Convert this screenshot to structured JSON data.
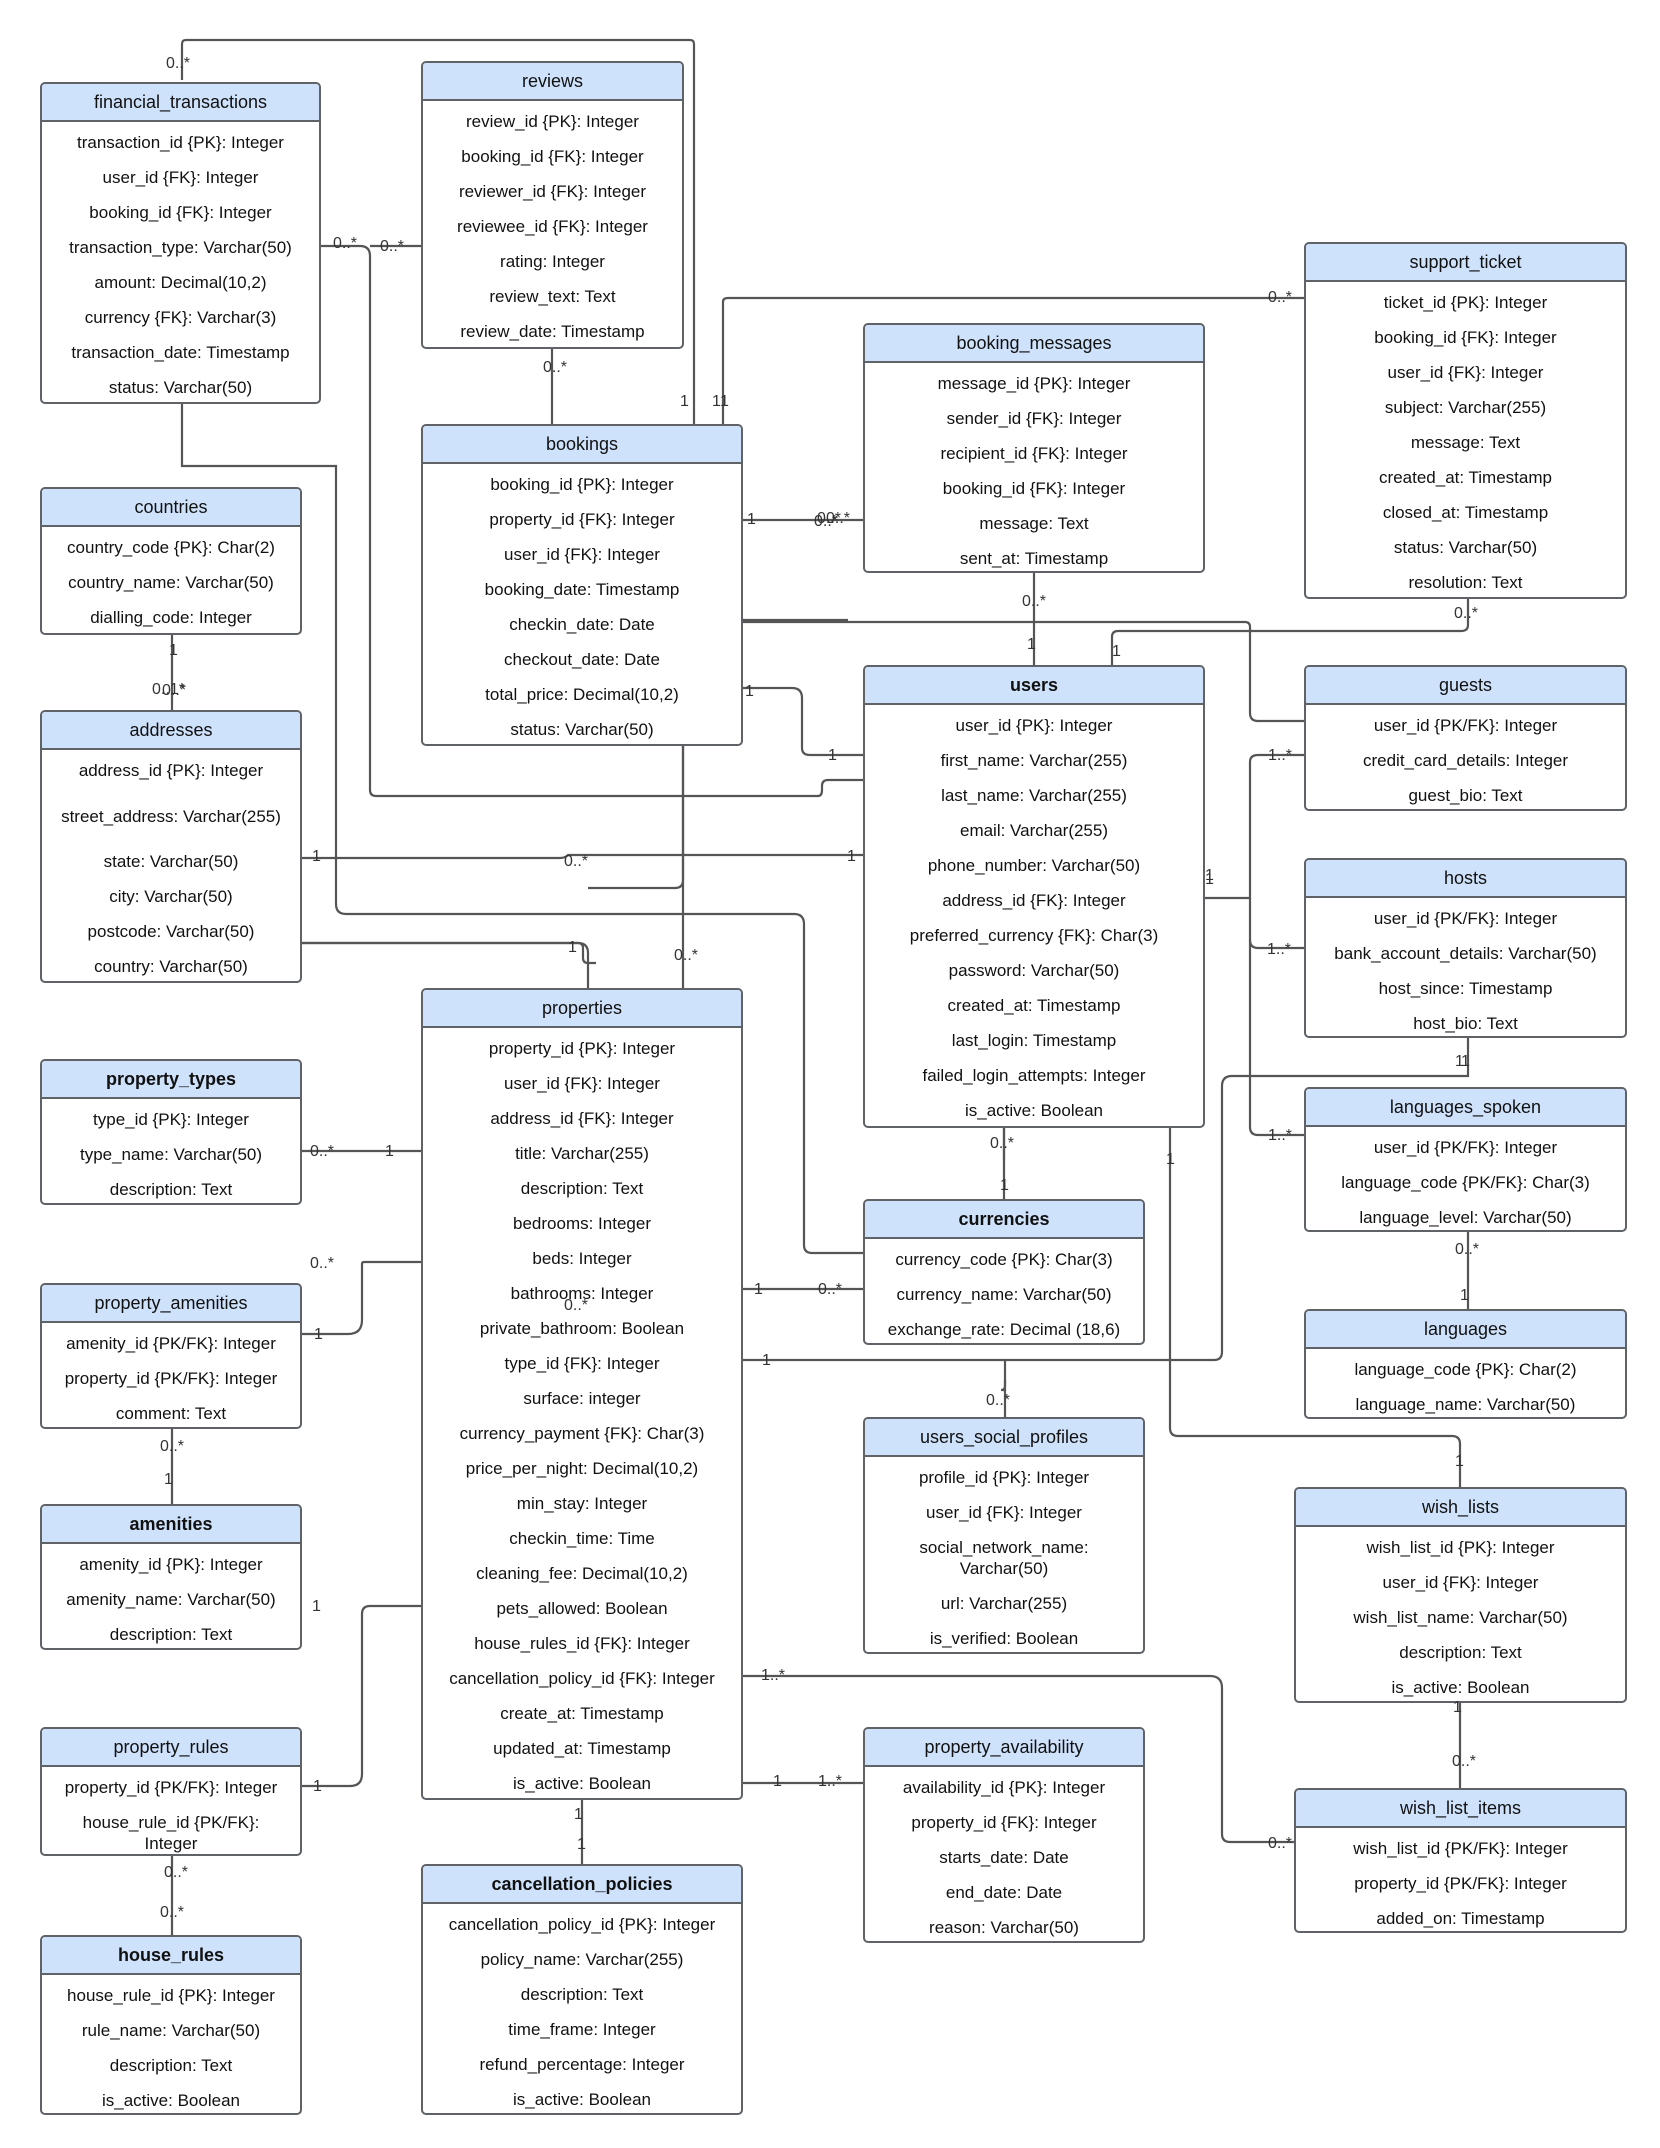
{
  "entities": {
    "financial_transactions": {
      "title": "financial_transactions",
      "attributes": [
        "transaction_id {PK}: Integer",
        "user_id {FK}: Integer",
        "booking_id {FK}: Integer",
        "transaction_type: Varchar(50)",
        "amount: Decimal(10,2)",
        "currency {FK}: Varchar(3)",
        "transaction_date: Timestamp",
        "status: Varchar(50)"
      ]
    },
    "reviews": {
      "title": "reviews",
      "attributes": [
        "review_id {PK}: Integer",
        "booking_id {FK}: Integer",
        "reviewer_id {FK}: Integer",
        "reviewee_id {FK}: Integer",
        "rating: Integer",
        "review_text: Text",
        "review_date: Timestamp"
      ]
    },
    "support_ticket": {
      "title": "support_ticket",
      "attributes": [
        "ticket_id {PK}: Integer",
        "booking_id {FK}: Integer",
        "user_id {FK}: Integer",
        "subject: Varchar(255)",
        "message: Text",
        "created_at: Timestamp",
        "closed_at: Timestamp",
        "status: Varchar(50)",
        "resolution: Text"
      ]
    },
    "booking_messages": {
      "title": "booking_messages",
      "attributes": [
        "message_id {PK}: Integer",
        "sender_id {FK}: Integer",
        "recipient_id {FK}: Integer",
        "booking_id {FK}: Integer",
        "message: Text",
        "sent_at: Timestamp"
      ]
    },
    "bookings": {
      "title": "bookings",
      "attributes": [
        "booking_id {PK}: Integer",
        "property_id {FK}: Integer",
        "user_id {FK}: Integer",
        "booking_date: Timestamp",
        "checkin_date: Date",
        "checkout_date: Date",
        "total_price: Decimal(10,2)",
        "status: Varchar(50)"
      ]
    },
    "countries": {
      "title": "countries",
      "attributes": [
        "country_code {PK}: Char(2)",
        "country_name: Varchar(50)",
        "dialling_code: Integer"
      ]
    },
    "addresses": {
      "title": "addresses",
      "attributes": [
        "address_id {PK}: Integer",
        "street_address: Varchar(255)",
        "state: Varchar(50)",
        "city: Varchar(50)",
        "postcode: Varchar(50)",
        "country: Varchar(50)"
      ]
    },
    "users": {
      "title": "users",
      "attributes": [
        "user_id {PK}: Integer",
        "first_name: Varchar(255)",
        "last_name: Varchar(255)",
        "email: Varchar(255)",
        "phone_number: Varchar(50)",
        "address_id {FK}: Integer",
        "preferred_currency {FK}: Char(3)",
        "password: Varchar(50)",
        "created_at: Timestamp",
        "last_login: Timestamp",
        "failed_login_attempts: Integer",
        "is_active: Boolean"
      ]
    },
    "guests": {
      "title": "guests",
      "attributes": [
        "user_id {PK/FK}: Integer",
        "credit_card_details: Integer",
        "guest_bio: Text"
      ]
    },
    "hosts": {
      "title": "hosts",
      "attributes": [
        "user_id {PK/FK}: Integer",
        "bank_account_details: Varchar(50)",
        "host_since: Timestamp",
        "host_bio: Text"
      ]
    },
    "languages_spoken": {
      "title": "languages_spoken",
      "attributes": [
        "user_id {PK/FK}: Integer",
        "language_code {PK/FK}: Char(3)",
        "language_level: Varchar(50)"
      ]
    },
    "languages": {
      "title": "languages",
      "attributes": [
        "language_code {PK}: Char(2)",
        "language_name: Varchar(50)"
      ]
    },
    "properties": {
      "title": "properties",
      "attributes": [
        "property_id {PK}: Integer",
        "user_id {FK}: Integer",
        "address_id {FK}: Integer",
        "title: Varchar(255)",
        "description: Text",
        "bedrooms: Integer",
        "beds: Integer",
        "bathrooms: Integer",
        "private_bathroom: Boolean",
        "type_id {FK}: Integer",
        "surface: integer",
        "currency_payment {FK}: Char(3)",
        "price_per_night: Decimal(10,2)",
        "min_stay: Integer",
        "checkin_time: Time",
        "cleaning_fee: Decimal(10,2)",
        "pets_allowed: Boolean",
        "house_rules_id {FK}: Integer",
        "cancellation_policy_id {FK}: Integer",
        "create_at: Timestamp",
        "updated_at: Timestamp",
        "is_active: Boolean"
      ]
    },
    "property_types": {
      "title": "property_types",
      "attributes": [
        "type_id {PK}: Integer",
        "type_name: Varchar(50)",
        "description: Text"
      ]
    },
    "property_amenities": {
      "title": "property_amenities",
      "attributes": [
        "amenity_id {PK/FK}: Integer",
        "property_id {PK/FK}: Integer",
        "comment: Text"
      ]
    },
    "amenities": {
      "title": "amenities",
      "attributes": [
        "amenity_id {PK}: Integer",
        "amenity_name: Varchar(50)",
        "description: Text"
      ]
    },
    "property_rules": {
      "title": "property_rules",
      "attributes": [
        "property_id {PK/FK}: Integer",
        "house_rule_id {PK/FK}: Integer"
      ]
    },
    "house_rules": {
      "title": "house_rules",
      "attributes": [
        "house_rule_id {PK}: Integer",
        "rule_name: Varchar(50)",
        "description: Text",
        "is_active: Boolean"
      ]
    },
    "currencies": {
      "title": "currencies",
      "attributes": [
        "currency_code {PK}: Char(3)",
        "currency_name: Varchar(50)",
        "exchange_rate: Decimal (18,6)"
      ]
    },
    "users_social_profiles": {
      "title": "users_social_profiles",
      "attributes": [
        "profile_id {PK}: Integer",
        "user_id {FK}: Integer",
        "social_network_name: Varchar(50)",
        "url: Varchar(255)",
        "is_verified: Boolean"
      ]
    },
    "wish_lists": {
      "title": "wish_lists",
      "attributes": [
        "wish_list_id {PK}: Integer",
        "user_id {FK}: Integer",
        "wish_list_name: Varchar(50)",
        "description: Text",
        "is_active: Boolean"
      ]
    },
    "cancellation_policies": {
      "title": "cancellation_policies",
      "attributes": [
        "cancellation_policy_id {PK}: Integer",
        "policy_name: Varchar(255)",
        "description: Text",
        "time_frame: Integer",
        "refund_percentage: Integer",
        "is_active: Boolean"
      ]
    },
    "property_availability": {
      "title": "property_availability",
      "attributes": [
        "availability_id {PK}: Integer",
        "property_id {FK}: Integer",
        "starts_date: Date",
        "end_date: Date",
        "reason: Varchar(50)"
      ]
    },
    "wish_list_items": {
      "title": "wish_list_items",
      "attributes": [
        "wish_list_id {PK/FK}: Integer",
        "property_id {PK/FK}: Integer",
        "added_on: Timestamp"
      ]
    }
  },
  "multiplicities": [
    "0..*",
    "0..*",
    "0..*",
    "0..*",
    "1",
    "1",
    "1",
    "0..*",
    "0..*",
    "0..*",
    "1",
    "0..*",
    "0..*",
    "1",
    "0..*",
    "1",
    "1",
    "1",
    "1",
    "0..*",
    "0..1*",
    "1",
    "1",
    "0..*",
    "1",
    "0..*",
    "1",
    "1..*",
    "1",
    "1..*",
    "1",
    "1..*",
    "1",
    "0..*",
    "1",
    "0..*",
    "1",
    "0..*",
    "1",
    "0..*",
    "1",
    "0..*",
    "1",
    "1",
    "1",
    "0..*",
    "0..*",
    "1",
    "1",
    "1",
    "0..*",
    "1",
    "0..*",
    "1..*",
    "1",
    "0..*",
    "1",
    "0..*",
    "1",
    "1..*",
    "0..*",
    "1"
  ]
}
